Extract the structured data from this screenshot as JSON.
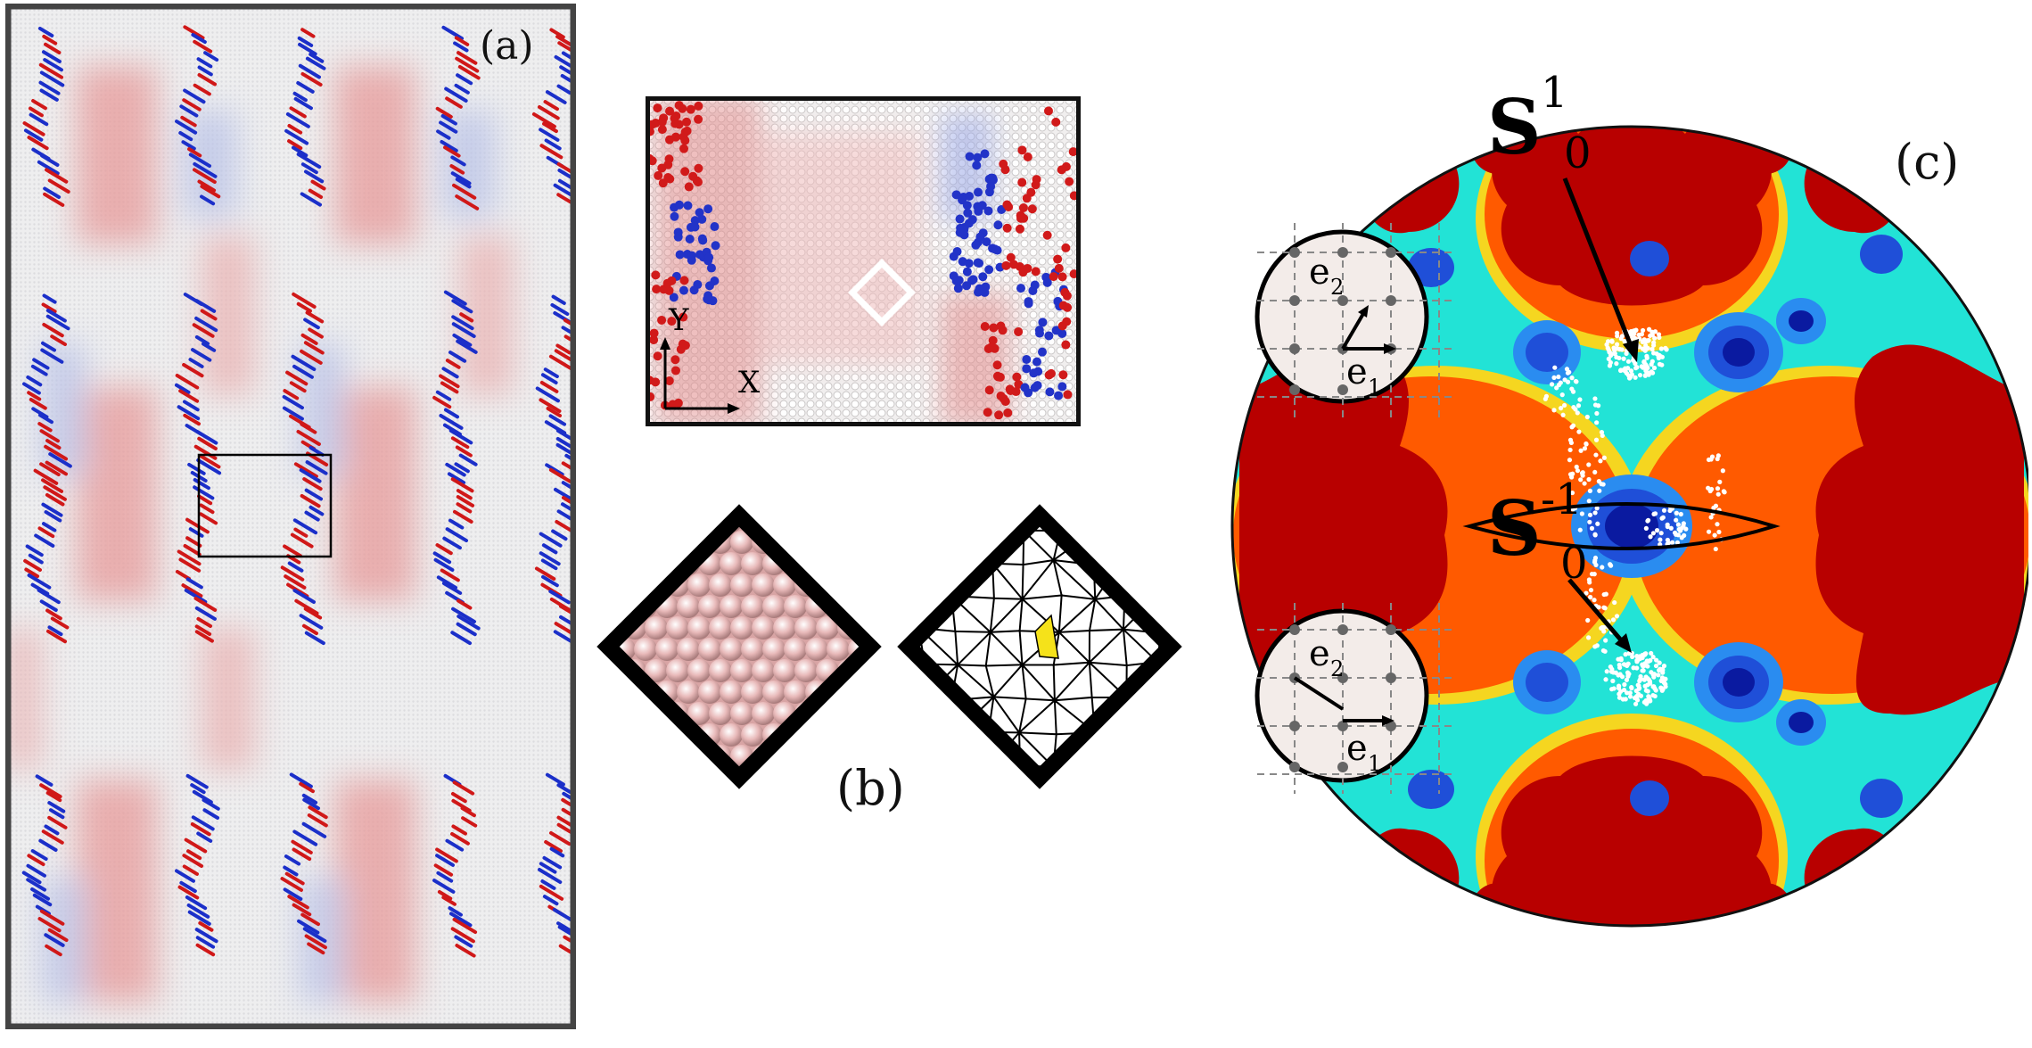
{
  "panel_a": {
    "label": "(a)"
  },
  "panel_b": {
    "label": "(b)",
    "inset_axes": {
      "y": "Y",
      "x": "X"
    }
  },
  "panel_c": {
    "label": "(c)",
    "annotations": {
      "s1_base": "S",
      "s1_sup": "1",
      "s1_sub": "0",
      "sm1_base": "S",
      "sm1_sup": "-1",
      "sm1_sub": "0"
    },
    "insets": [
      {
        "e2_base": "e",
        "e2_sub": "2",
        "e1_base": "e",
        "e1_sub": "1"
      },
      {
        "e2_base": "e",
        "e2_sub": "2",
        "e1_base": "e",
        "e1_sub": "1"
      }
    ]
  },
  "colors": {
    "red": "#b80000",
    "blue_dark": "#0a1aa0",
    "blue": "#1f5ae0",
    "cyan": "#2fe6d8",
    "frame": "#444444",
    "yellow": "#f5e21a"
  }
}
